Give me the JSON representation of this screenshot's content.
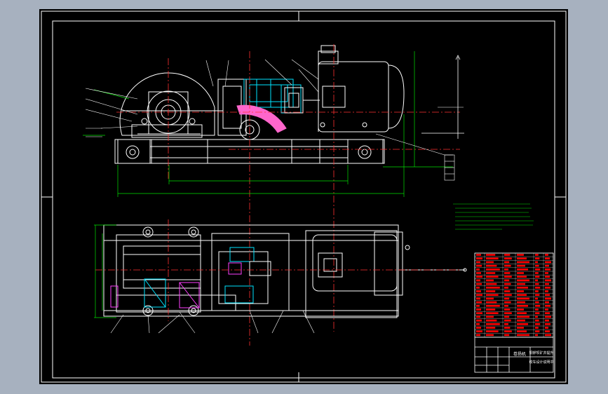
{
  "colors": {
    "background": "#a7b1bf",
    "canvas": "#000000",
    "outline": "#ffffff",
    "centerline": "#ff3030",
    "dimension": "#00e000",
    "hidden": "#ff40ff",
    "section": "#00e5ff",
    "gear": "#ff66cc",
    "table_text": "#ffffff",
    "table_fill": "#ff0000"
  },
  "title_block": {
    "name_cells": [
      "卷扬机",
      "铜锣坝矿井提升",
      "绞车设计说明书"
    ]
  },
  "icons": {
    "motor": "motor-icon",
    "drum": "drum-icon",
    "gearbox": "gearbox-icon"
  }
}
